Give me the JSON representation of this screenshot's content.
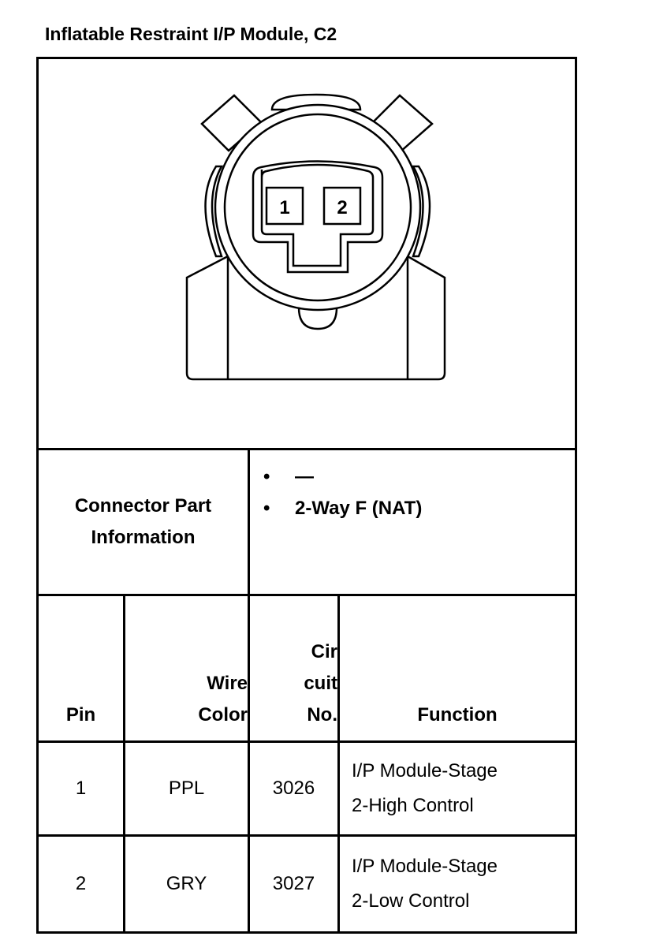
{
  "title": "Inflatable Restraint I/P Module, C2",
  "connector": {
    "pin_labels": [
      "1",
      "2"
    ]
  },
  "part_info": {
    "label_line1": "Connector Part",
    "label_line2": "Information",
    "bullet": "•",
    "items": [
      "—",
      "2-Way F (NAT)"
    ]
  },
  "table": {
    "headers": {
      "pin": "Pin",
      "wire_line1": "Wire",
      "wire_line2": "Color",
      "cir_line1": "Cir",
      "cir_line2": "cuit",
      "cir_line3": "No.",
      "function": "Function"
    },
    "rows": [
      {
        "pin": "1",
        "color": "PPL",
        "circuit": "3026",
        "function_line1": "I/P Module-Stage",
        "function_line2": "2-High Control"
      },
      {
        "pin": "2",
        "color": "GRY",
        "circuit": "3027",
        "function_line1": "I/P Module-Stage",
        "function_line2": "2-Low Control"
      }
    ]
  }
}
